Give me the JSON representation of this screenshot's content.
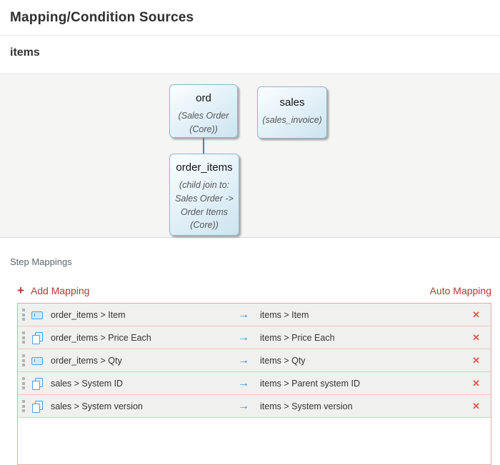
{
  "header": {
    "title": "Mapping/Condition Sources"
  },
  "section": {
    "title": "items"
  },
  "diagram": {
    "nodes": [
      {
        "id": "ord",
        "title": "ord",
        "subtitle": "(Sales Order (Core))"
      },
      {
        "id": "sales",
        "title": "sales",
        "subtitle": "(sales_invoice)"
      },
      {
        "id": "order_items",
        "title": "order_items",
        "subtitle": "(child join to: Sales Order -> Order Items (Core))"
      }
    ]
  },
  "mappings": {
    "label": "Step Mappings",
    "add_icon": "+",
    "add_label": "Add Mapping",
    "auto_label": "Auto Mapping",
    "arrow": "→",
    "delete_icon": "✕",
    "rows": [
      {
        "icon": "field-icon",
        "source": "order_items > Item",
        "target": "items > Item"
      },
      {
        "icon": "copy-icon",
        "source": "order_items > Price Each",
        "target": "items > Price Each"
      },
      {
        "icon": "field-icon",
        "source": "order_items > Qty",
        "target": "items > Qty"
      },
      {
        "icon": "copy-icon",
        "source": "sales > System ID",
        "target": "items > Parent system ID"
      },
      {
        "icon": "copy-icon",
        "source": "sales > System version",
        "target": "items > System version"
      }
    ]
  },
  "colors": {
    "accent_red": "#ae3b34",
    "delete_red": "#e4564e",
    "icon_blue": "#49a0e4",
    "arrow_blue": "#2e8ed8",
    "node_border": "#8fb6ca",
    "node_fill": "#cde4f0",
    "connector_blue": "#3c87c9",
    "table_border": "#e7a8a2",
    "row_separator": "#f1c5c0",
    "row_background": "#f0f0ee",
    "diagram_background": "#f5f5f4"
  }
}
